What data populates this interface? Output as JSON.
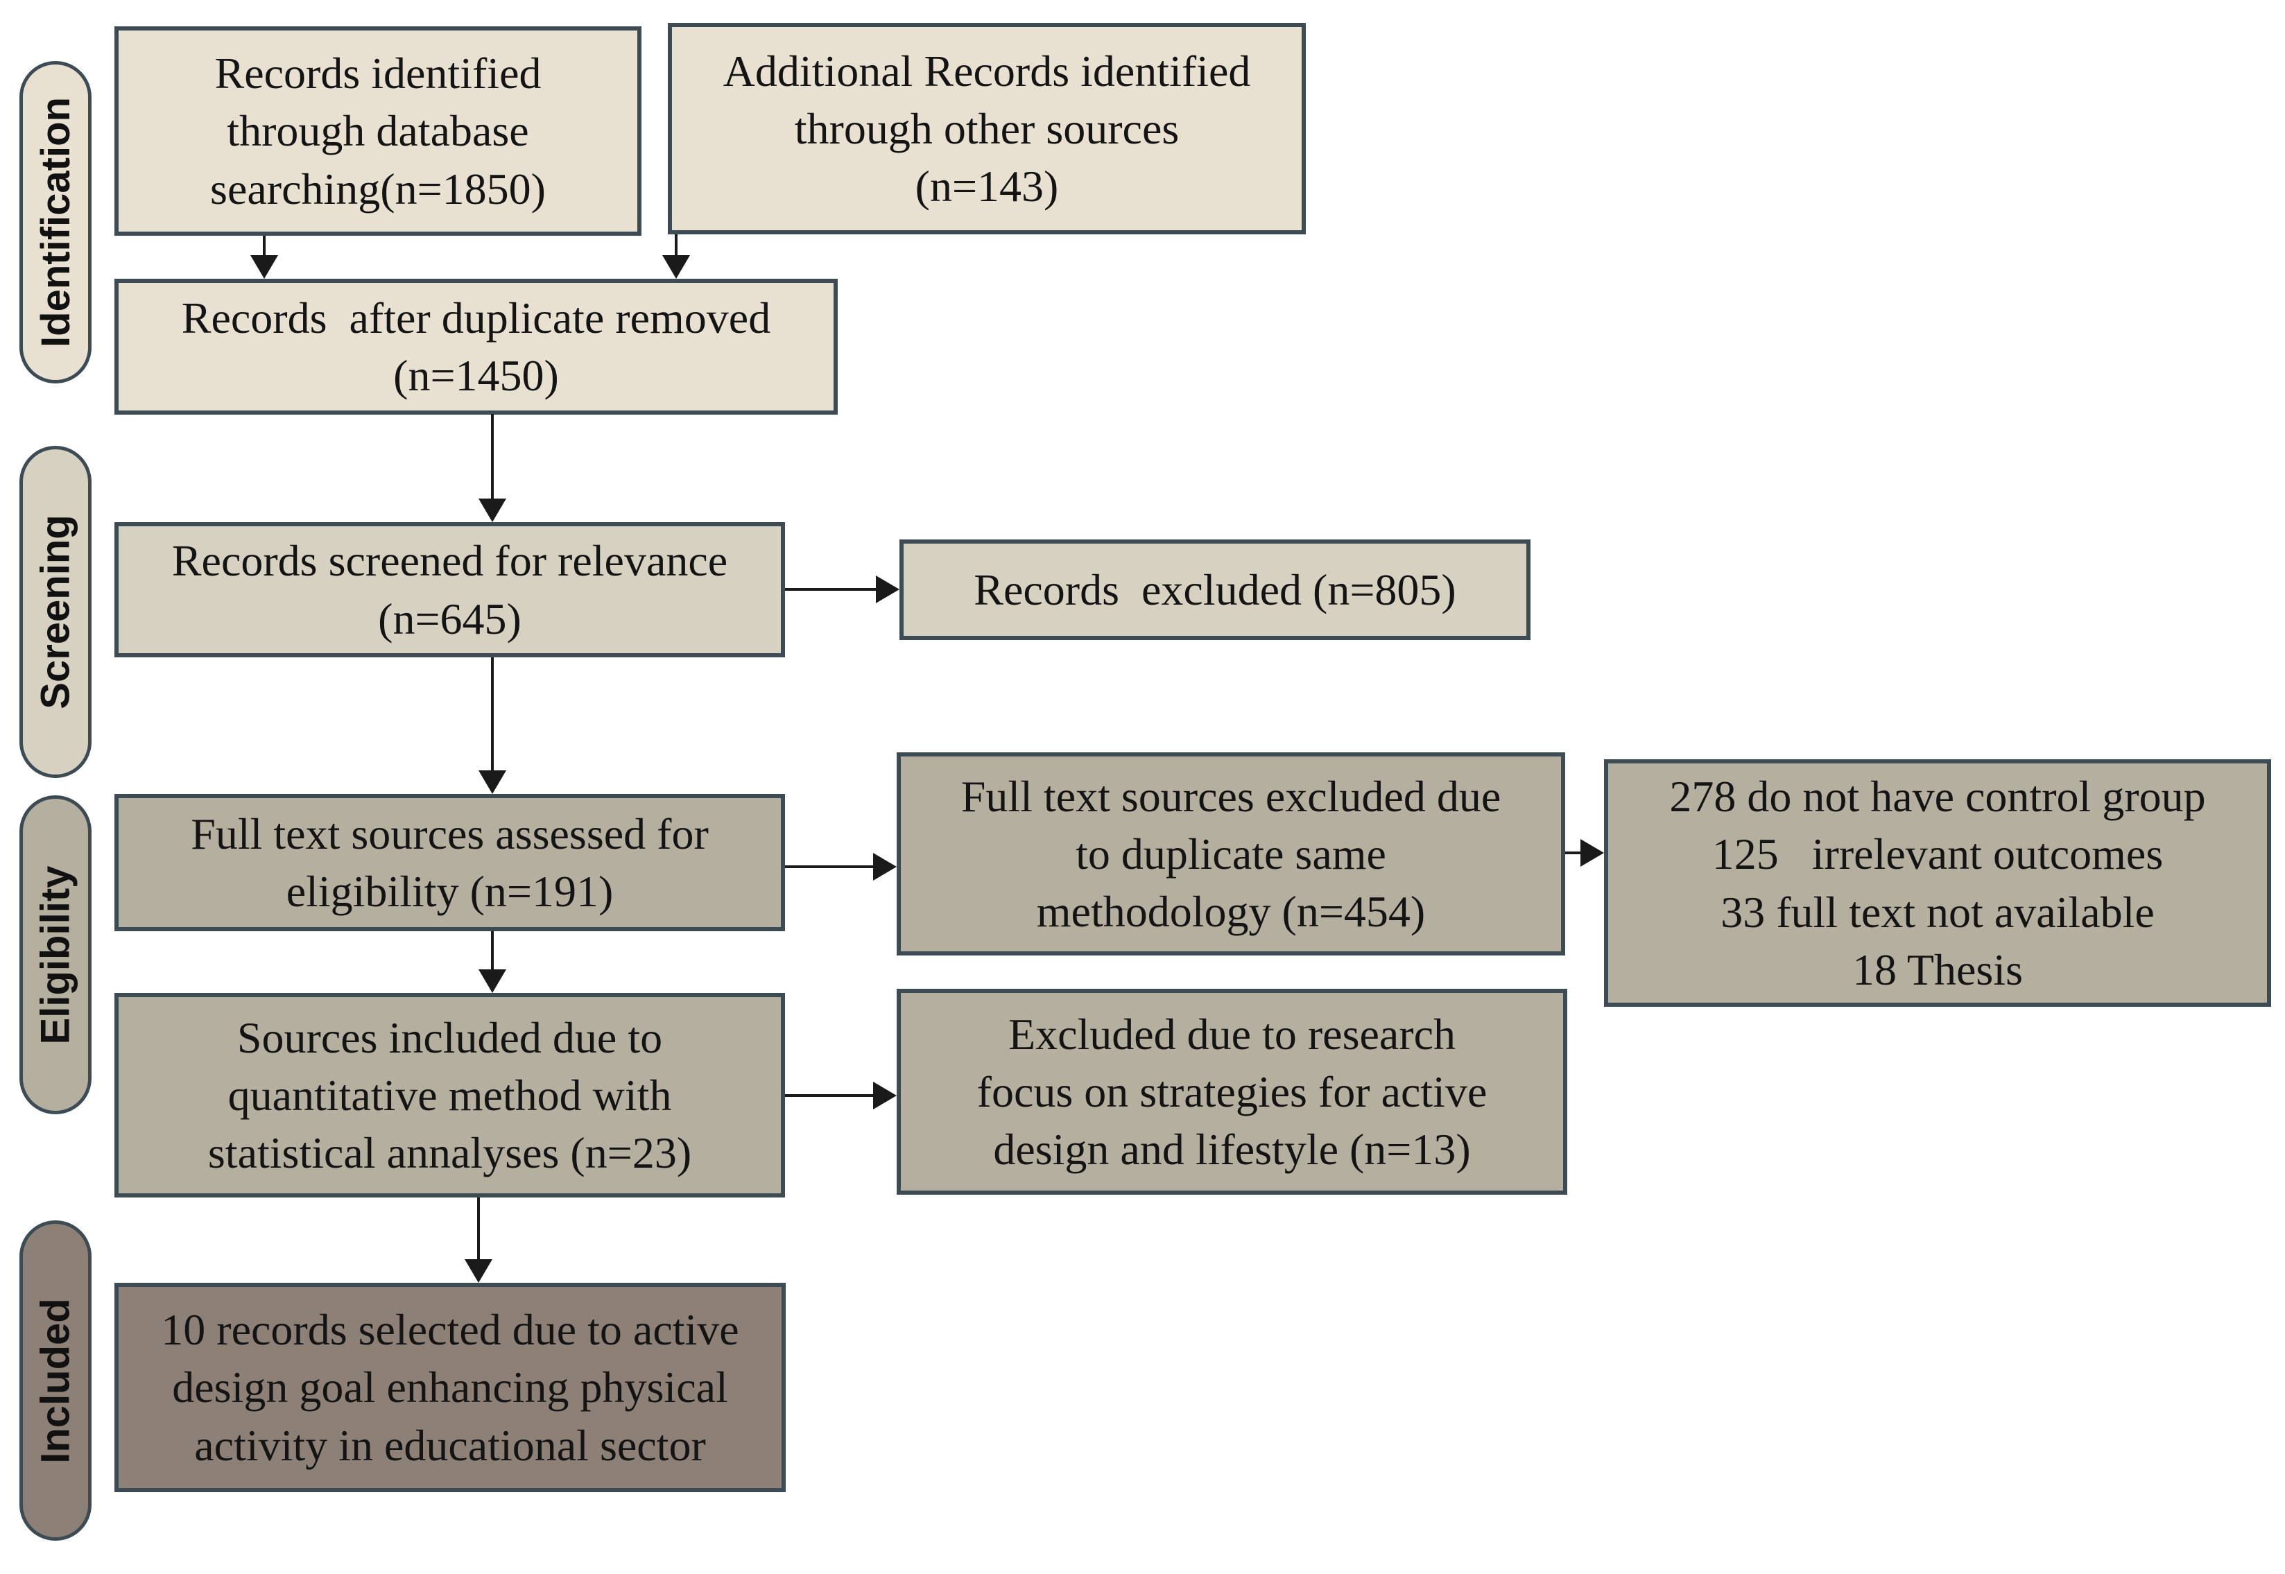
{
  "figure": {
    "type": "prisma-flow-diagram",
    "stages": [
      {
        "label": "Identification",
        "fill": "#e8e1d1"
      },
      {
        "label": "Screening",
        "fill": "#d6d1c1"
      },
      {
        "label": "Eligibility",
        "fill": "#b5afa0"
      },
      {
        "label": "Included",
        "fill": "#8d8177"
      }
    ],
    "boxes": [
      {
        "id": "identified-db",
        "stage": "Identification",
        "n": 1850,
        "fill": "#e8e1d1",
        "text": "Records identified\nthrough database\nsearching(n=1850)"
      },
      {
        "id": "identified-other",
        "stage": "Identification",
        "n": 143,
        "fill": "#e8e1d1",
        "text": "Additional Records identified\nthrough other sources\n(n=143)"
      },
      {
        "id": "duplicates-removed",
        "stage": "Identification",
        "n": 1450,
        "fill": "#e8e1d1",
        "text": "Records  after duplicate removed\n(n=1450)"
      },
      {
        "id": "screened",
        "stage": "Screening",
        "n": 645,
        "fill": "#d6d1c1",
        "text": "Records screened for relevance\n(n=645)"
      },
      {
        "id": "records-excluded",
        "stage": "Screening",
        "n": 805,
        "fill": "#d6d1c1",
        "text": "Records  excluded (n=805)"
      },
      {
        "id": "fulltext-assessed",
        "stage": "Eligibility",
        "n": 191,
        "fill": "#b5afa0",
        "text": "Full text sources assessed for\neligibility (n=191)"
      },
      {
        "id": "fulltext-excluded",
        "stage": "Eligibility",
        "n": 454,
        "fill": "#b5afa0",
        "text": "Full text sources excluded due\nto duplicate same\nmethodology (n=454)"
      },
      {
        "id": "exclusion-reasons",
        "stage": "Eligibility",
        "fill": "#b5afa0",
        "counts": {
          "no_control_group": 278,
          "irrelevant_outcomes": 125,
          "full_text_not_available": 33,
          "thesis": 18
        },
        "text": "278 do not have control group\n125   irrelevant outcomes\n33 full text not available\n18 Thesis"
      },
      {
        "id": "quantitative-included",
        "stage": "Eligibility",
        "n": 23,
        "fill": "#b5afa0",
        "text": "Sources included due to\nquantitative method with\nstatistical annalyses (n=23)"
      },
      {
        "id": "excluded-focus",
        "stage": "Eligibility",
        "n": 13,
        "fill": "#b5afa0",
        "text": "Excluded due to research\nfocus on strategies for active\ndesign and lifestyle (n=13)"
      },
      {
        "id": "final-included",
        "stage": "Included",
        "n": 10,
        "fill": "#8d8177",
        "text": "10 records selected due to active\ndesign goal enhancing physical\nactivity in educational sector"
      }
    ],
    "colors": {
      "box_border": "#3d4b54",
      "arrow": "#1a1a1a",
      "text": "#141414",
      "background": "#ffffff"
    }
  }
}
